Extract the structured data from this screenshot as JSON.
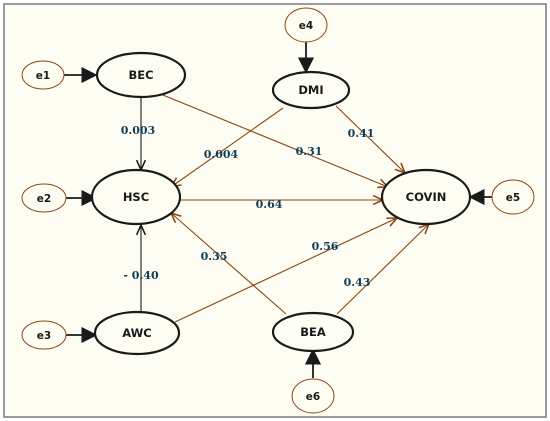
{
  "diagram": {
    "background": "#fefdf3",
    "frame_color": "#7a7a7a",
    "constructs": [
      {
        "id": "BEC",
        "label": "BEC"
      },
      {
        "id": "DMI",
        "label": "DMI"
      },
      {
        "id": "HSC",
        "label": "HSC"
      },
      {
        "id": "COVIN",
        "label": "COVIN"
      },
      {
        "id": "AWC",
        "label": "AWC"
      },
      {
        "id": "BEA",
        "label": "BEA"
      }
    ],
    "error_terms": [
      {
        "id": "e1",
        "label": "e1",
        "target": "BEC"
      },
      {
        "id": "e2",
        "label": "e2",
        "target": "HSC"
      },
      {
        "id": "e3",
        "label": "e3",
        "target": "AWC"
      },
      {
        "id": "e4",
        "label": "e4",
        "target": "DMI"
      },
      {
        "id": "e5",
        "label": "e5",
        "target": "COVIN"
      },
      {
        "id": "e6",
        "label": "e6",
        "target": "BEA"
      }
    ],
    "paths": [
      {
        "from": "BEC",
        "to": "HSC",
        "coefficient": "0.003"
      },
      {
        "from": "BEC",
        "to": "COVIN",
        "coefficient": "0.31"
      },
      {
        "from": "DMI",
        "to": "HSC",
        "coefficient": "0.004"
      },
      {
        "from": "DMI",
        "to": "COVIN",
        "coefficient": "0.41"
      },
      {
        "from": "HSC",
        "to": "COVIN",
        "coefficient": "0.64"
      },
      {
        "from": "AWC",
        "to": "HSC",
        "coefficient": "- 0.40"
      },
      {
        "from": "AWC",
        "to": "COVIN",
        "coefficient": "0.56"
      },
      {
        "from": "BEA",
        "to": "HSC",
        "coefficient": "0.35"
      },
      {
        "from": "BEA",
        "to": "COVIN",
        "coefficient": "0.43"
      }
    ],
    "colors": {
      "construct_border": "#1a1a1a",
      "error_border": "#8b4513",
      "path_brown": "#8b4513",
      "path_dark": "#1a1a1a",
      "coefficient_text": "#0e3d57"
    }
  }
}
